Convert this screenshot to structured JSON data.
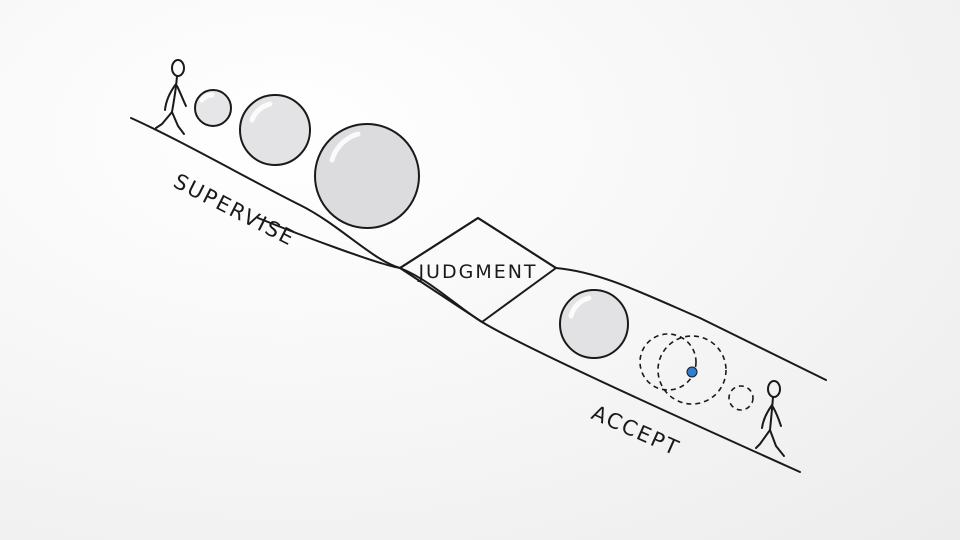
{
  "labels": {
    "supervise": "SUPERVISE",
    "judgment": "JUDGMENT",
    "accept": "ACCEPT"
  },
  "colors": {
    "ink": "#1a1a1a",
    "ball_fill": "#dcdcdf",
    "marker": "#2f7fd1"
  },
  "icons": {
    "top_figure": "walking-person-icon",
    "bottom_figure": "walking-person-icon"
  }
}
